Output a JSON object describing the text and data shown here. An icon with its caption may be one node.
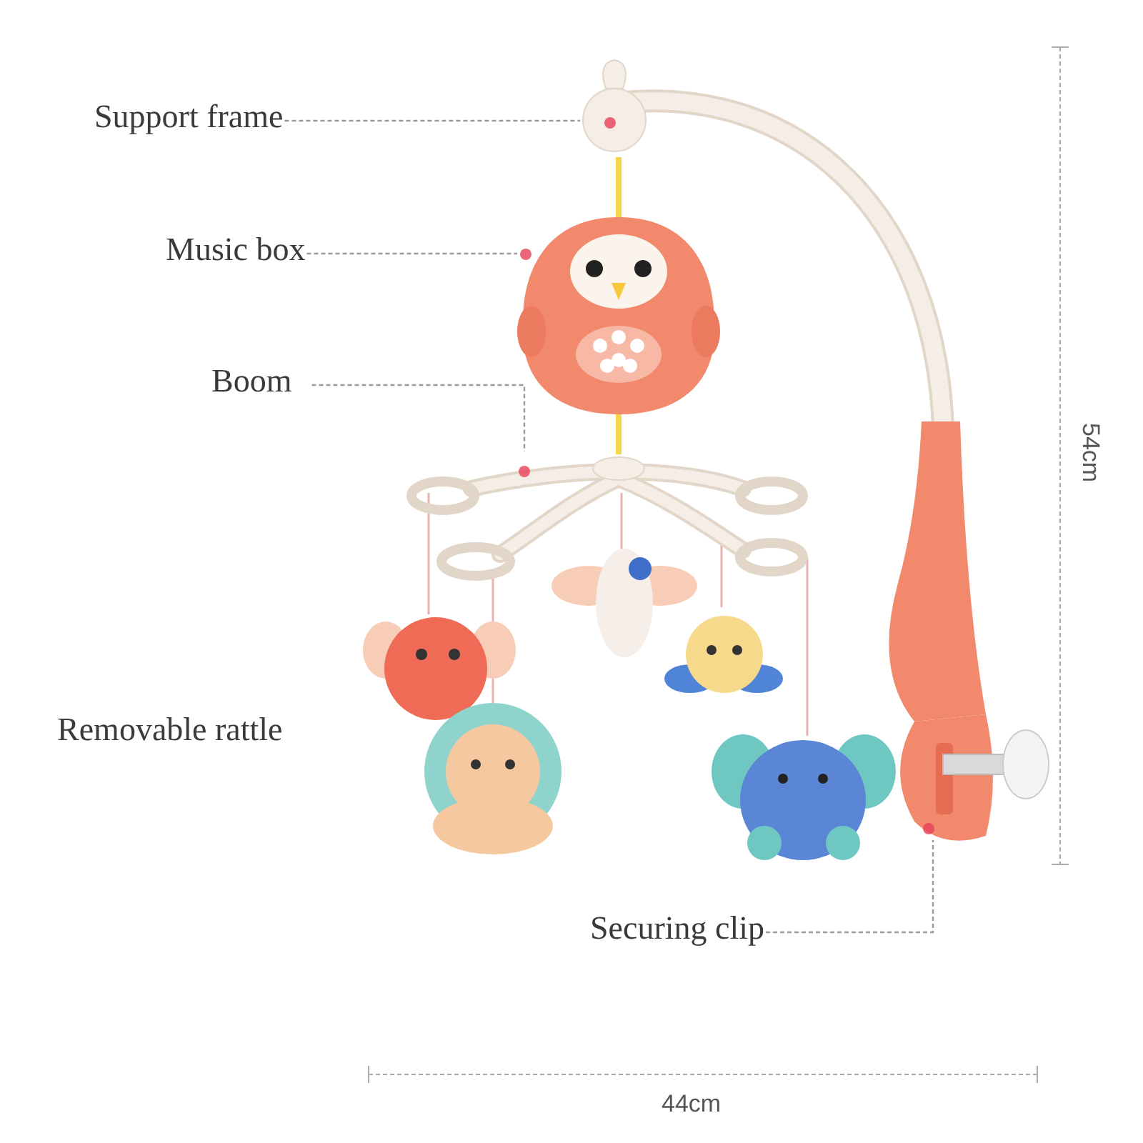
{
  "diagram": {
    "nodes": [
      {
        "text": [
          "Support frame"
        ]
      },
      {
        "text": [],
        "shape": "picture"
      },
      {
        "text": [
          "Music box"
        ]
      },
      {
        "text": [],
        "shape": "picture"
      },
      {
        "text": [
          "Boom"
        ]
      },
      {
        "text": [],
        "shape": "picture"
      },
      {
        "text": [
          "Securing clip"
        ]
      },
      {
        "text": [],
        "shape": "picture"
      }
    ],
    "edges": [
      {
        "from": 0,
        "to": 1,
        "arrow": "none"
      },
      {
        "from": 2,
        "to": 3,
        "arrow": "none"
      },
      {
        "from": 4,
        "to": 5,
        "arrow": "none"
      },
      {
        "from": 6,
        "to": 7,
        "arrow": "none"
      }
    ],
    "labels": [
      "Removable rattle",
      "54cm",
      "44cm"
    ]
  }
}
